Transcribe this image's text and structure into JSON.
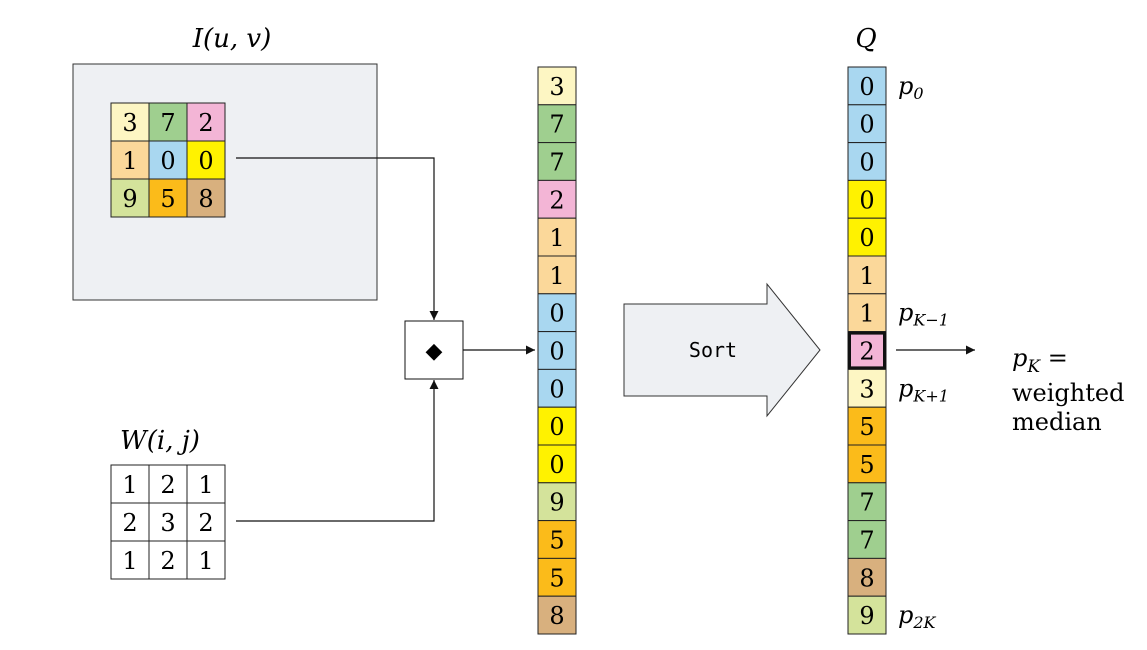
{
  "image_label": "I(u, v)",
  "weight_label": "W(i, j)",
  "queue_label": "Q",
  "sort_label": "Sort",
  "result_label_line1": "p",
  "result_label_sub": "K",
  "result_label_eq": " =",
  "result_label_line2": "weighted",
  "result_label_line3": "median",
  "operator_symbol": "◆",
  "colors": {
    "yellow_light": "#fdf6c3",
    "green": "#9fcf8f",
    "pink": "#f3b5d6",
    "orange_light": "#fbd89a",
    "blue": "#a9d7f0",
    "yellow": "#fff200",
    "green_light": "#d4e39b",
    "orange": "#fbbb1a",
    "tan": "#d8b07e",
    "panel_bg": "#eef0f3"
  },
  "neighborhood": [
    [
      {
        "v": "3",
        "c": "yellow_light"
      },
      {
        "v": "7",
        "c": "green"
      },
      {
        "v": "2",
        "c": "pink"
      }
    ],
    [
      {
        "v": "1",
        "c": "orange_light"
      },
      {
        "v": "0",
        "c": "blue"
      },
      {
        "v": "0",
        "c": "yellow"
      }
    ],
    [
      {
        "v": "9",
        "c": "green_light"
      },
      {
        "v": "5",
        "c": "orange"
      },
      {
        "v": "8",
        "c": "tan"
      }
    ]
  ],
  "weights": [
    [
      "1",
      "2",
      "1"
    ],
    [
      "2",
      "3",
      "2"
    ],
    [
      "1",
      "2",
      "1"
    ]
  ],
  "expanded": [
    {
      "v": "3",
      "c": "yellow_light"
    },
    {
      "v": "7",
      "c": "green"
    },
    {
      "v": "7",
      "c": "green"
    },
    {
      "v": "2",
      "c": "pink"
    },
    {
      "v": "1",
      "c": "orange_light"
    },
    {
      "v": "1",
      "c": "orange_light"
    },
    {
      "v": "0",
      "c": "blue"
    },
    {
      "v": "0",
      "c": "blue"
    },
    {
      "v": "0",
      "c": "blue"
    },
    {
      "v": "0",
      "c": "yellow"
    },
    {
      "v": "0",
      "c": "yellow"
    },
    {
      "v": "9",
      "c": "green_light"
    },
    {
      "v": "5",
      "c": "orange"
    },
    {
      "v": "5",
      "c": "orange"
    },
    {
      "v": "8",
      "c": "tan"
    }
  ],
  "sorted": [
    {
      "v": "0",
      "c": "blue"
    },
    {
      "v": "0",
      "c": "blue"
    },
    {
      "v": "0",
      "c": "blue"
    },
    {
      "v": "0",
      "c": "yellow"
    },
    {
      "v": "0",
      "c": "yellow"
    },
    {
      "v": "1",
      "c": "orange_light"
    },
    {
      "v": "1",
      "c": "orange_light"
    },
    {
      "v": "2",
      "c": "pink",
      "highlight": true
    },
    {
      "v": "3",
      "c": "yellow_light"
    },
    {
      "v": "5",
      "c": "orange"
    },
    {
      "v": "5",
      "c": "orange"
    },
    {
      "v": "7",
      "c": "green"
    },
    {
      "v": "7",
      "c": "green"
    },
    {
      "v": "8",
      "c": "tan"
    },
    {
      "v": "9",
      "c": "green_light"
    }
  ],
  "queue_markers": [
    {
      "index": 0,
      "base": "p",
      "sub": "0"
    },
    {
      "index": 6,
      "base": "p",
      "sub": "K−1"
    },
    {
      "index": 8,
      "base": "p",
      "sub": "K+1"
    },
    {
      "index": 14,
      "base": "p",
      "sub": "2K"
    }
  ]
}
